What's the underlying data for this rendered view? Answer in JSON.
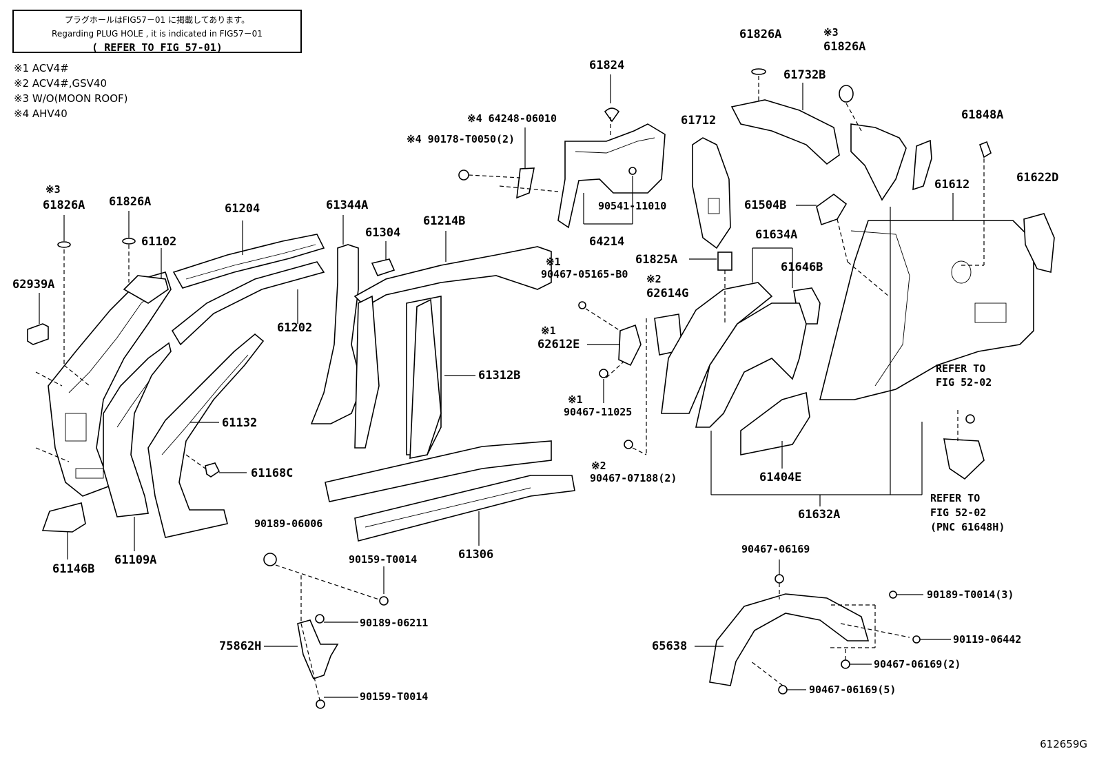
{
  "note": {
    "jp": "プラグホールはFIG57－01 に掲載してあります。",
    "en": "Regarding PLUG HOLE , it is indicated in FIG57－01",
    "ref": "( REFER TO FIG 57-01)"
  },
  "conditions": [
    "※1 ACV4#",
    "※2 ACV4#,GSV40",
    "※3 W/O(MOON ROOF)",
    "※4 AHV40"
  ],
  "labels": {
    "p61826A_a": "61826A",
    "p61826A_a_mark": "※3",
    "p61826A_b": "61826A",
    "p61102": "61102",
    "p61204": "61204",
    "p62939A": "62939A",
    "p61202": "61202",
    "p61132": "61132",
    "p61168C": "61168C",
    "p61146B": "61146B",
    "p61109A": "61109A",
    "p61344A": "61344A",
    "p61304": "61304",
    "p61214B": "61214B",
    "p61312B": "61312B",
    "p61306": "61306",
    "p90189_06006": "90189-06006",
    "p90159_T0014_a": "90159-T0014",
    "p90189_06211": "90189-06211",
    "p75862H": "75862H",
    "p90159_T0014_b": "90159-T0014",
    "p61824": "61824",
    "p64248": "※4 64248-06010",
    "p90178": "※4 90178-T0050(2)",
    "p90541": "90541-11010",
    "p64214": "64214",
    "p90467_05165_mark": "※1",
    "p90467_05165": "90467-05165-B0",
    "p62612E_mark": "※1",
    "p62612E": "62612E",
    "p90467_11025_mark": "※1",
    "p90467_11025": "90467-11025",
    "p90467_07188_mark": "※2",
    "p90467_07188": "90467-07188(2)",
    "p62614G_mark": "※2",
    "p62614G": "62614G",
    "p61825A": "61825A",
    "p61712": "61712",
    "p61826A_c": "61826A",
    "p61826A_d_mark": "※3",
    "p61826A_d": "61826A",
    "p61732B": "61732B",
    "p61848A": "61848A",
    "p61622D": "61622D",
    "p61612": "61612",
    "p61504B": "61504B",
    "p61634A": "61634A",
    "p61646B": "61646B",
    "p61404E": "61404E",
    "p61632A": "61632A",
    "ref1a": "REFER TO",
    "ref1b": "FIG 52-02",
    "ref2a": "REFER TO",
    "ref2b": "FIG 52-02",
    "ref2c": "(PNC 61648H)",
    "p90467_06169_a": "90467-06169",
    "p90189_T0014_3": "90189-T0014(3)",
    "p90119_06442": "90119-06442",
    "p65638": "65638",
    "p90467_06169_2": "90467-06169(2)",
    "p90467_06169_5": "90467-06169(5)"
  },
  "figure_id": "612659G"
}
